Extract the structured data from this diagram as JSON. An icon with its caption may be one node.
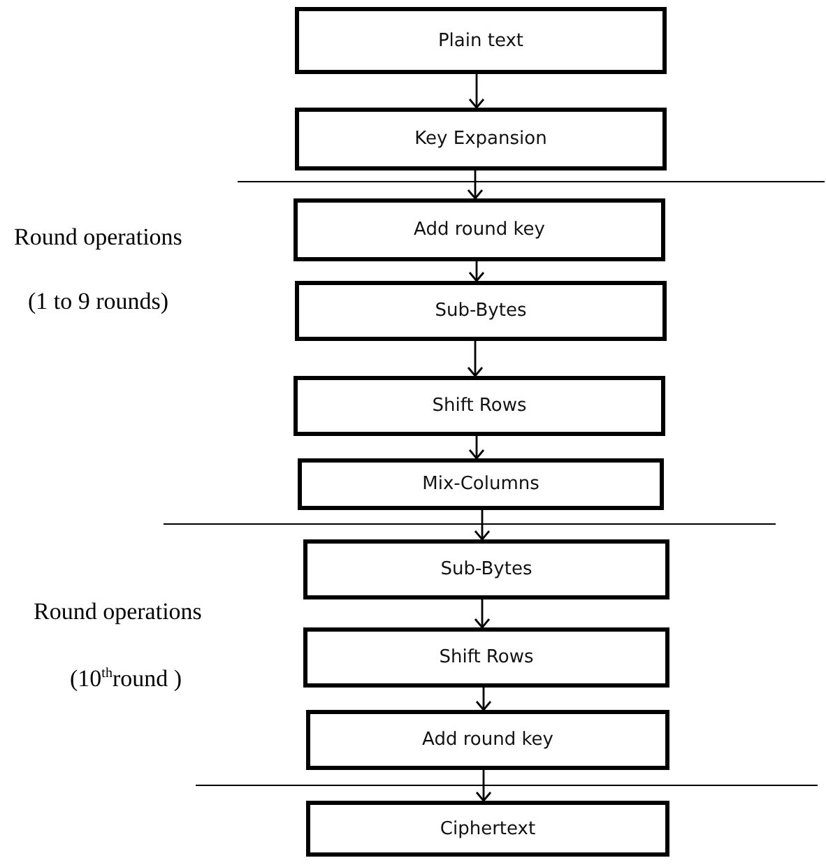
{
  "diagram": {
    "nodes": [
      {
        "text": [
          "Plain text"
        ]
      },
      {
        "text": [
          "Key Expansion"
        ]
      },
      {
        "text": [
          "Add round key"
        ]
      },
      {
        "text": [
          "Sub-Bytes"
        ]
      },
      {
        "text": [
          "Shift Rows"
        ]
      },
      {
        "text": [
          "Mix-Columns"
        ]
      },
      {
        "text": [
          "Sub-Bytes"
        ]
      },
      {
        "text": [
          "Shift Rows"
        ]
      },
      {
        "text": [
          "Add round key"
        ]
      },
      {
        "text": [
          "Ciphertext"
        ]
      }
    ],
    "edges": [
      {
        "from": 0,
        "to": 1,
        "arrow": "to"
      },
      {
        "from": 1,
        "to": 2,
        "arrow": "to"
      },
      {
        "from": 2,
        "to": 3,
        "arrow": "to"
      },
      {
        "from": 3,
        "to": 4,
        "arrow": "to"
      },
      {
        "from": 4,
        "to": 5,
        "arrow": "to"
      },
      {
        "from": 5,
        "to": 6,
        "arrow": "to"
      },
      {
        "from": 6,
        "to": 7,
        "arrow": "to"
      },
      {
        "from": 7,
        "to": 8,
        "arrow": "to"
      },
      {
        "from": 8,
        "to": 9,
        "arrow": "to"
      }
    ],
    "labels": [
      "Round operations",
      "(1 to 9 rounds)",
      "Round operations",
      "(10$^{th}$round )"
    ]
  }
}
